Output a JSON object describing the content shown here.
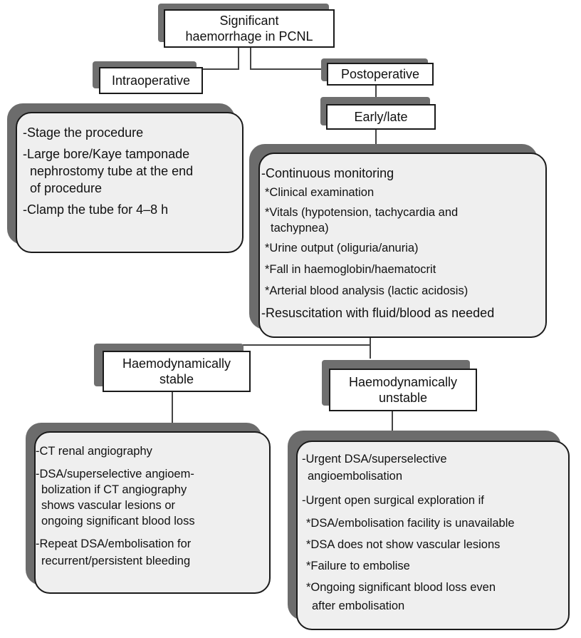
{
  "root": {
    "lines": [
      "Significant",
      "haemorrhage in PCNL"
    ]
  },
  "intraoperative": {
    "label": "Intraoperative",
    "items": [
      "-Stage the procedure",
      "-Large bore/Kaye tamponade",
      "nephrostomy tube at the end",
      "of procedure",
      "-Clamp the tube for 4–8 h"
    ]
  },
  "postoperative": {
    "label": "Postoperative"
  },
  "early_late": {
    "label": "Early/late"
  },
  "monitoring": {
    "items": [
      "-Continuous monitoring",
      "*Clinical examination",
      "*Vitals (hypotension, tachycardia and",
      "tachypnea)",
      "*Urine output (oliguria/anuria)",
      "*Fall in haemoglobin/haematocrit",
      "*Arterial blood analysis (lactic acidosis)",
      "-Resuscitation with fluid/blood as  needed"
    ]
  },
  "stable": {
    "lines": [
      "Haemodynamically",
      "stable"
    ],
    "items": [
      "-CT renal angiography",
      "-DSA/superselective angioem-",
      "bolization if CT angiography",
      "shows vascular lesions or",
      "ongoing significant blood loss",
      "-Repeat DSA/embolisation for",
      "recurrent/persistent bleeding"
    ]
  },
  "unstable": {
    "lines": [
      "Haemodynamically",
      "unstable"
    ],
    "items": [
      "-Urgent DSA/superselective",
      "angioembolisation",
      "-Urgent open surgical exploration if",
      "*DSA/embolisation facility is unavailable",
      "*DSA does not show vascular lesions",
      "*Failure to embolise",
      "*Ongoing significant blood loss even",
      "after embolisation"
    ]
  }
}
